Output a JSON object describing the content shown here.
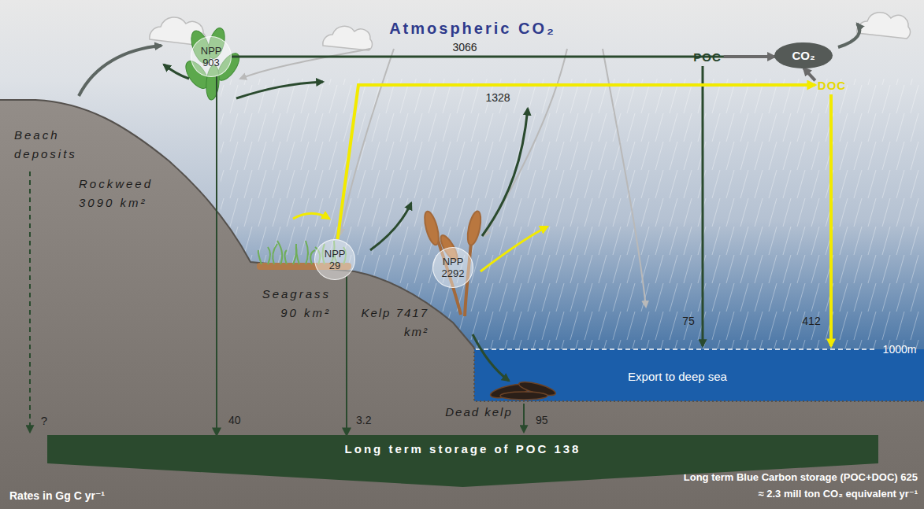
{
  "diagram": {
    "nodes": [
      {
        "text": [
          "NPP 903"
        ]
      },
      {
        "text": [
          "NPP 29"
        ]
      },
      {
        "text": [
          "NPP 2292"
        ]
      },
      {
        "text": [
          "POC"
        ]
      },
      {
        "text": [
          "DOC"
        ]
      },
      {
        "text": [
          "CO₂"
        ]
      },
      {
        "text": [
          "Long term storage of POC 138"
        ]
      }
    ],
    "edges": [
      {
        "from": 0,
        "to": 3,
        "label": "3066",
        "arrow": "to"
      },
      {
        "from": 1,
        "to": 4,
        "label": "1328",
        "arrow": "to"
      },
      {
        "from": 0,
        "to": 6,
        "label": "40",
        "arrow": "to"
      },
      {
        "from": 1,
        "to": 6,
        "label": "3.2",
        "arrow": "to"
      },
      {
        "from": 3,
        "to": 5,
        "arrow": "to"
      },
      {
        "from": 4,
        "to": 5,
        "arrow": "to"
      }
    ],
    "labels": [
      "Atmospheric CO₂",
      "Beach deposits",
      "Rockweed 3090 km²",
      "Seagrass 90 km²",
      "Kelp 7417 km²",
      "?",
      "75",
      "412",
      "1000m",
      "Export to deep sea",
      "Dead kelp",
      "95",
      "Rates in Gg C yr⁻¹",
      "Long term Blue Carbon storage (POC+DOC) 625",
      "≈ 2.3 mill ton CO₂ equivalent yr⁻¹"
    ]
  }
}
